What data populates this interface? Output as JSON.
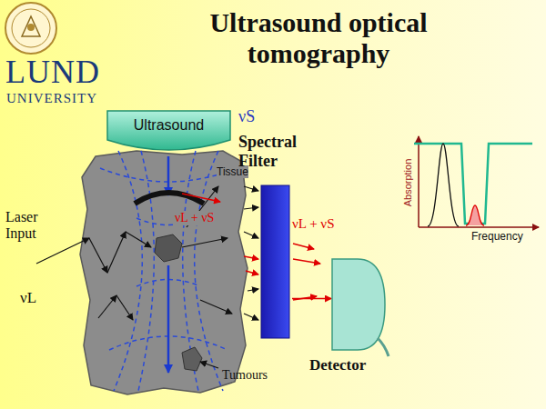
{
  "diagram": {
    "title": "Ultrasound optical tomography",
    "nodes": [
      {
        "text": [
          "Ultrasound"
        ]
      },
      {
        "text": [
          "Spectral Filter"
        ]
      },
      {
        "text": [
          "Detector"
        ]
      }
    ],
    "edges": [
      {
        "from": 1,
        "to": 2,
        "arrow": "to"
      }
    ],
    "labels": [
      "LUND",
      "UNIVERSITY",
      "νS",
      "Tissue",
      "νL + νS",
      "Laser Input",
      "νL",
      "νL + νS",
      "Tumours",
      "Absorption",
      "Frequency"
    ]
  }
}
